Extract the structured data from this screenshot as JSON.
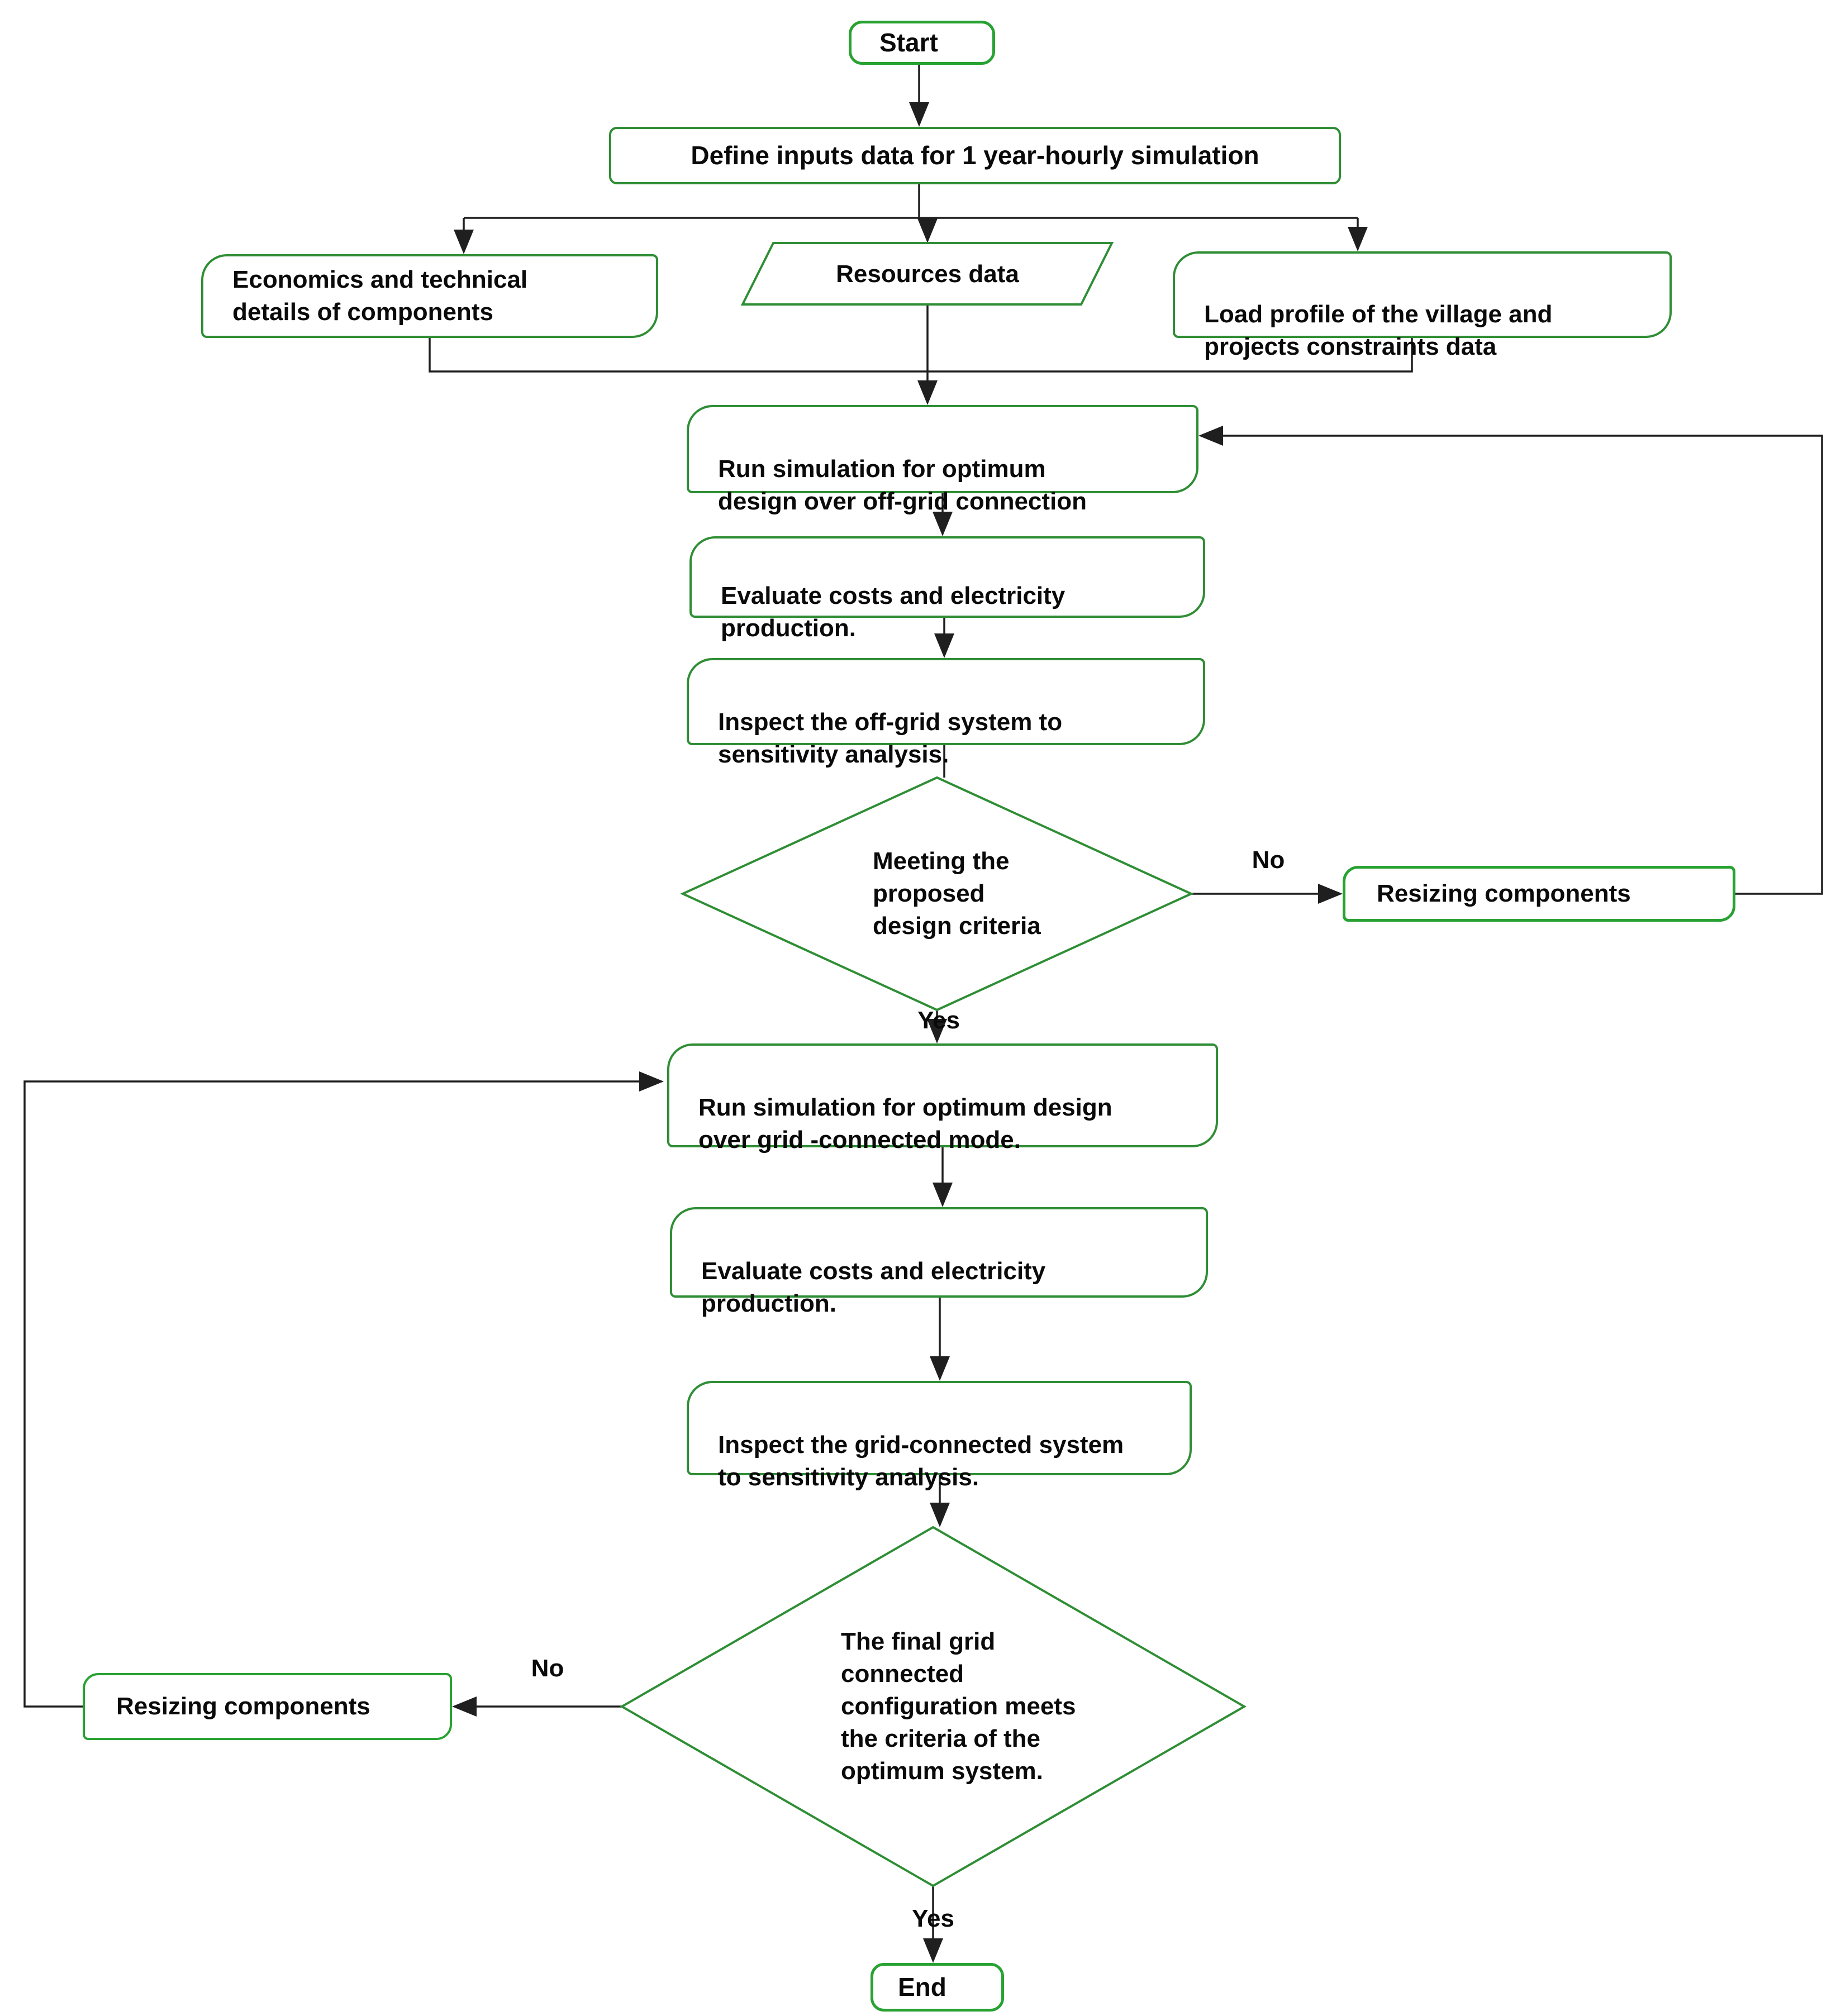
{
  "figure": {
    "type": "flowchart",
    "background": "#ffffff"
  },
  "colors": {
    "shape_border": "#2f8e35",
    "terminator_border": "#28a232",
    "connector": "#1f1f1f",
    "text": "#0a0a0a",
    "background": "#ffffff"
  },
  "nodes": {
    "start": "Start",
    "define_inputs": "Define inputs data for 1 year-hourly simulation",
    "economics": "Economics and technical\ndetails of components",
    "resources": "Resources data",
    "load_profile": "Load profile of the village and\nprojects constraints data",
    "run_offgrid": "Run simulation for optimum\ndesign over off-grid connection",
    "evaluate_offgrid": "Evaluate costs and electricity\nproduction.",
    "inspect_offgrid": "Inspect the off-grid system to\nsensitivity analysis.",
    "decision_offgrid": "Meeting the\nproposed\ndesign criteria",
    "resizing_right": "Resizing components",
    "run_grid": "Run simulation for optimum design\nover grid -connected mode.",
    "evaluate_grid": "Evaluate costs and electricity\nproduction.",
    "inspect_grid": "Inspect the grid-connected system\nto sensitivity analysis.",
    "decision_grid": "The final grid\nconnected\nconfiguration meets\nthe criteria of the\noptimum system.",
    "resizing_left": "Resizing components",
    "end": "End"
  },
  "edge_labels": {
    "decision_offgrid_yes": "Yes",
    "decision_offgrid_no": "No",
    "decision_grid_yes": "Yes",
    "decision_grid_no": "No"
  },
  "edges": [
    {
      "from": "start",
      "to": "define_inputs",
      "label": ""
    },
    {
      "from": "define_inputs",
      "to": "economics",
      "label": ""
    },
    {
      "from": "define_inputs",
      "to": "resources",
      "label": ""
    },
    {
      "from": "define_inputs",
      "to": "load_profile",
      "label": ""
    },
    {
      "from": "resources",
      "to": "run_offgrid",
      "label": ""
    },
    {
      "from": "economics",
      "to": "run_offgrid",
      "label": ""
    },
    {
      "from": "load_profile",
      "to": "run_offgrid",
      "label": ""
    },
    {
      "from": "run_offgrid",
      "to": "evaluate_offgrid",
      "label": ""
    },
    {
      "from": "evaluate_offgrid",
      "to": "inspect_offgrid",
      "label": ""
    },
    {
      "from": "inspect_offgrid",
      "to": "decision_offgrid",
      "label": ""
    },
    {
      "from": "decision_offgrid",
      "to": "resizing_right",
      "label": "No"
    },
    {
      "from": "resizing_right",
      "to": "run_offgrid",
      "label": ""
    },
    {
      "from": "decision_offgrid",
      "to": "run_grid",
      "label": "Yes"
    },
    {
      "from": "run_grid",
      "to": "evaluate_grid",
      "label": ""
    },
    {
      "from": "evaluate_grid",
      "to": "inspect_grid",
      "label": ""
    },
    {
      "from": "inspect_grid",
      "to": "decision_grid",
      "label": ""
    },
    {
      "from": "decision_grid",
      "to": "resizing_left",
      "label": "No"
    },
    {
      "from": "resizing_left",
      "to": "run_grid",
      "label": ""
    },
    {
      "from": "decision_grid",
      "to": "end",
      "label": "Yes"
    }
  ]
}
